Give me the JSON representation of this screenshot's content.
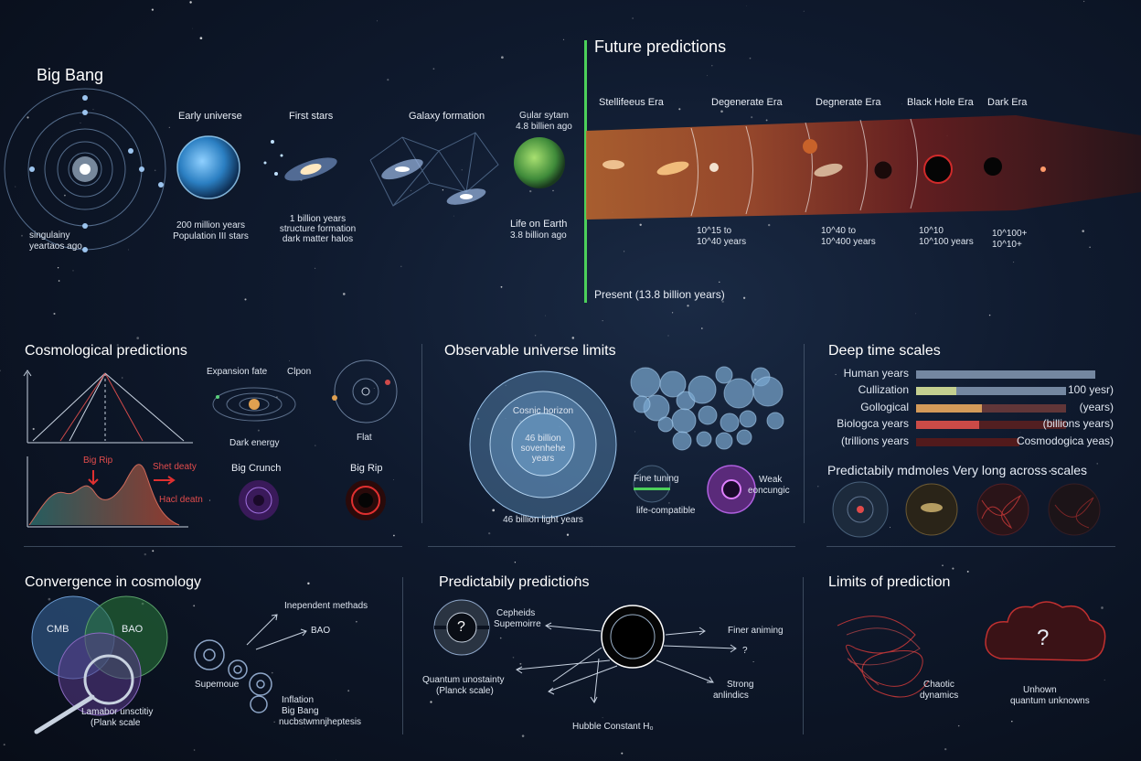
{
  "top": {
    "big_bang": "Big Bang",
    "early_universe": "Early universe",
    "first_stars": "First stars",
    "galaxy_formation": "Galaxy formation",
    "solar_system": [
      "Gular sytam",
      "4.8 billien ago"
    ],
    "singularity": [
      "singulainy",
      "yeartaos ago"
    ],
    "early_caption": [
      "200 million years",
      "Population III stars"
    ],
    "stars_caption": [
      "1 billion years",
      "structure formation",
      "dark matter halos"
    ],
    "life_caption": [
      "Life on Earth",
      "3.8 billion ago"
    ]
  },
  "future": {
    "title": "Future predictions",
    "eras": [
      "Stellifeeus Era",
      "Degenerate Era",
      "Degnerate Era",
      "Black Hole Era",
      "Dark Era"
    ],
    "ranges": [
      [
        "10^15 to",
        "10^40 years"
      ],
      [
        "10^40 to",
        "10^400 years"
      ],
      [
        "10^10",
        "10^100 years"
      ],
      [
        "10^100+",
        "10^10+"
      ]
    ],
    "present": "Present (13.8 billion years)"
  },
  "cosmo": {
    "title": "Cosmological predictions",
    "expansion_fate": "Expansion fate",
    "open": "Clpon",
    "dark_energy": "Dark energy",
    "flat": "Flat",
    "big_rip_chart": "Big Rip",
    "short_death": "Shet deaty",
    "heat_death": "Hacl deatn",
    "big_crunch": "Big Crunch",
    "big_rip": "Big Rip"
  },
  "observable": {
    "title": "Observable universe limits",
    "cosmic_horizon": "Cosnic horizon",
    "inner": [
      "46 billion",
      "sovenhehe",
      "years"
    ],
    "diameter": "46 billion light years",
    "fine_tuning": "Fine tuning",
    "life_compatible": "life-compatible",
    "weak": [
      "Weak",
      "eoncungic"
    ]
  },
  "deep": {
    "title": "Deep time scales",
    "rows": [
      {
        "label": "Human years",
        "right": "",
        "fill": 1.0,
        "color": "#7f93ad",
        "bg": "#7f93ad"
      },
      {
        "label": "Cullization",
        "right": "100 yesr)",
        "fill": 0.27,
        "color": "#d8e39a",
        "bg": "#7f93ad"
      },
      {
        "label": "Gollogical",
        "right": "(years)",
        "fill": 0.44,
        "color": "#e9a85e",
        "bg": "#6a3a3a"
      },
      {
        "label": "Biologca years",
        "right": "(billions years)",
        "fill": 0.42,
        "color": "#e0504a",
        "bg": "#5a2020"
      },
      {
        "label": "(trillions years",
        "right": "Cosmodogica yeas)",
        "fill": 1.0,
        "color": "#5a1a1a",
        "bg": "#5a1a1a"
      }
    ],
    "subtitle": "Predictabily mdmoles Very long across scales"
  },
  "convergence": {
    "title": "Convergence in cosmology",
    "cmb": "CMB",
    "bao_venn": "BAO",
    "lens_caption": [
      "Lamabor unsctitiy",
      "(Plank scale"
    ],
    "independent": "Inependent methads",
    "bao": "BAO",
    "supernovae": "Supemoue",
    "inflation": [
      "Inflation",
      "Big Bang",
      "nucbstwmnjheptesis"
    ]
  },
  "pred": {
    "title": "Predictabily predictions",
    "cepheids": [
      "Cepheids",
      "Supemoirre"
    ],
    "question": "?",
    "quantum": [
      "Quantum unostainty",
      "(Planck scale)"
    ],
    "hubble": "Hubble Constant H₀",
    "fine_tuning": "Finer animing",
    "q2": "?",
    "strong": [
      "Strong",
      "anlindics"
    ]
  },
  "limits": {
    "title": "Limits of prediction",
    "chaotic": [
      "Chaotic",
      "dynamics"
    ],
    "question": "?",
    "unknown": [
      "Unhown",
      "quantum unknowns"
    ]
  }
}
